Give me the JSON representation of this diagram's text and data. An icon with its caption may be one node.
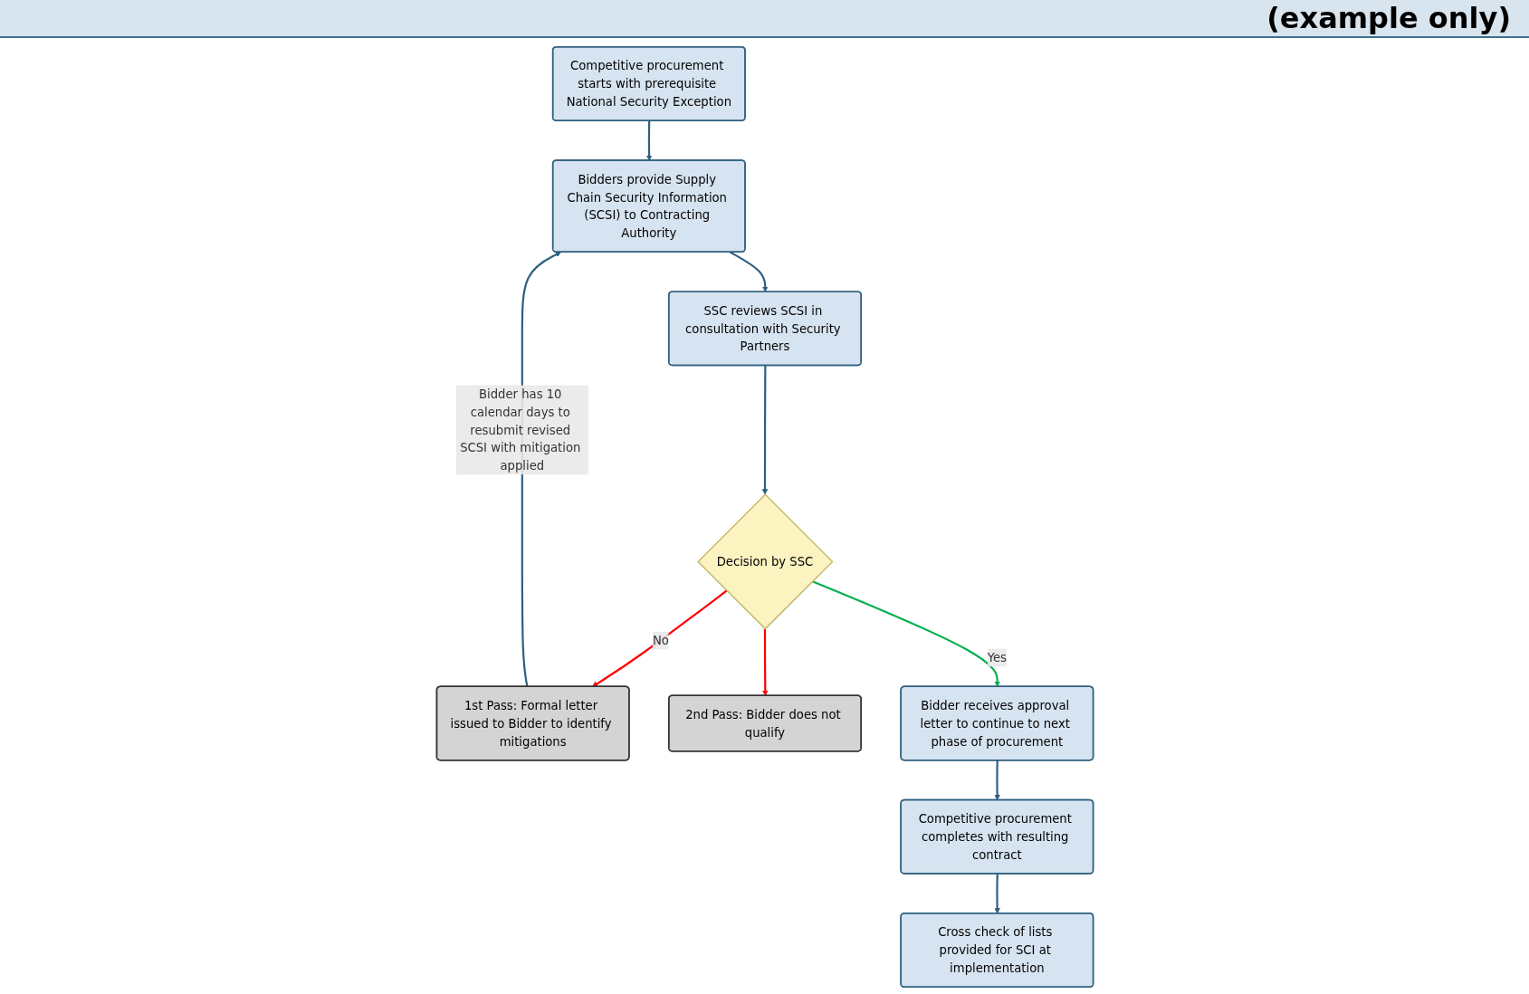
{
  "diagram": {
    "title": "(example only)",
    "nodes": [
      {
        "text": [
          "Competitive procurement starts with prerequisite National Security Exception"
        ]
      },
      {
        "text": [
          "Bidders provide Supply Chain Security Information (SCSI) to Contracting Authority"
        ]
      },
      {
        "text": [
          "SSC reviews SCSI in consultation with Security Partners"
        ]
      },
      {
        "text": [
          "Decision by SSC"
        ]
      },
      {
        "text": [
          "1st Pass: Formal letter issued to Bidder to identify mitigations"
        ]
      },
      {
        "text": [
          "2nd Pass: Bidder does not qualify"
        ]
      },
      {
        "text": [
          "Bidder receives approval letter to continue to next phase of procurement"
        ]
      },
      {
        "text": [
          "Competitive procurement completes with resulting contract"
        ]
      },
      {
        "text": [
          "Cross check of lists provided for SCI at implementation"
        ]
      }
    ],
    "edges": [
      {
        "from": 0,
        "to": 1,
        "arrow": "to"
      },
      {
        "from": 1,
        "to": 2,
        "arrow": "to"
      },
      {
        "from": 2,
        "to": 3,
        "arrow": "to"
      },
      {
        "from": 3,
        "to": 4,
        "arrow": "to",
        "label": "No",
        "color": "#ff0000"
      },
      {
        "from": 3,
        "to": 5,
        "arrow": "to",
        "color": "#ff0000"
      },
      {
        "from": 3,
        "to": 6,
        "arrow": "to",
        "label": "Yes",
        "color": "#00b050"
      },
      {
        "from": 4,
        "to": 1,
        "arrow": "to",
        "label": "Bidder has 10 calendar days to resubmit revised SCSI with mitigation applied"
      },
      {
        "from": 6,
        "to": 7,
        "arrow": "to"
      },
      {
        "from": 7,
        "to": 8,
        "arrow": "to"
      }
    ]
  }
}
